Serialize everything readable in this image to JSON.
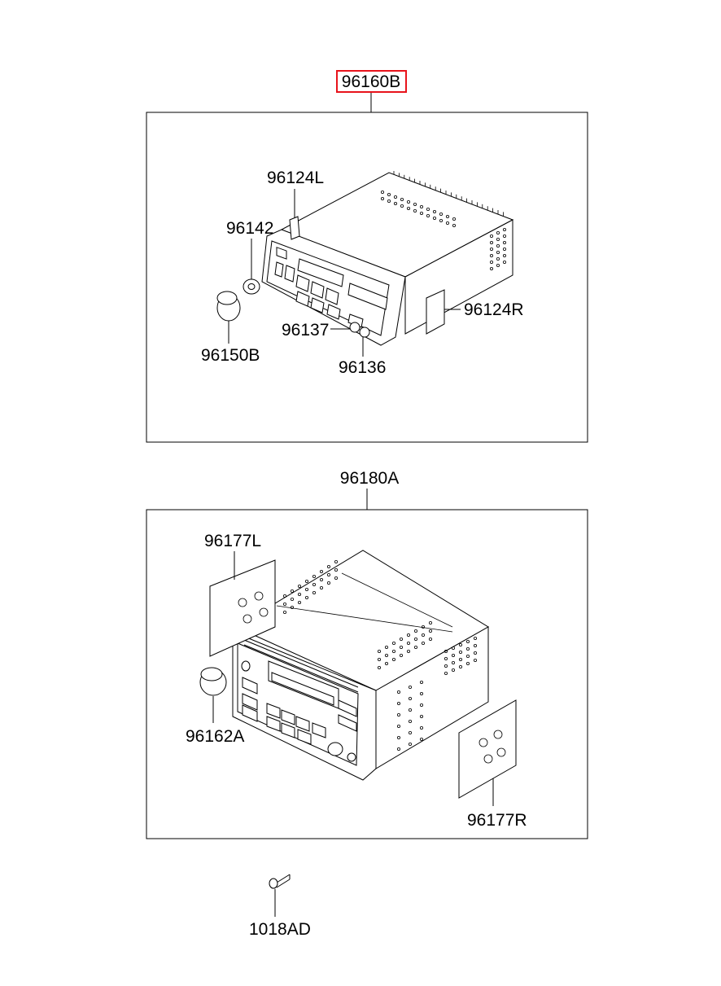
{
  "assemblies": [
    {
      "part_number": "96160B",
      "highlighted": true,
      "components": [
        "96124L",
        "96142",
        "96150B",
        "96137",
        "96124R",
        "96136"
      ]
    },
    {
      "part_number": "96180A",
      "highlighted": false,
      "components": [
        "96177L",
        "96162A",
        "96177R"
      ]
    }
  ],
  "loose_parts": [
    "1018AD"
  ],
  "colors": {
    "highlight": "#e8131b",
    "line": "#000000",
    "background": "#ffffff"
  }
}
